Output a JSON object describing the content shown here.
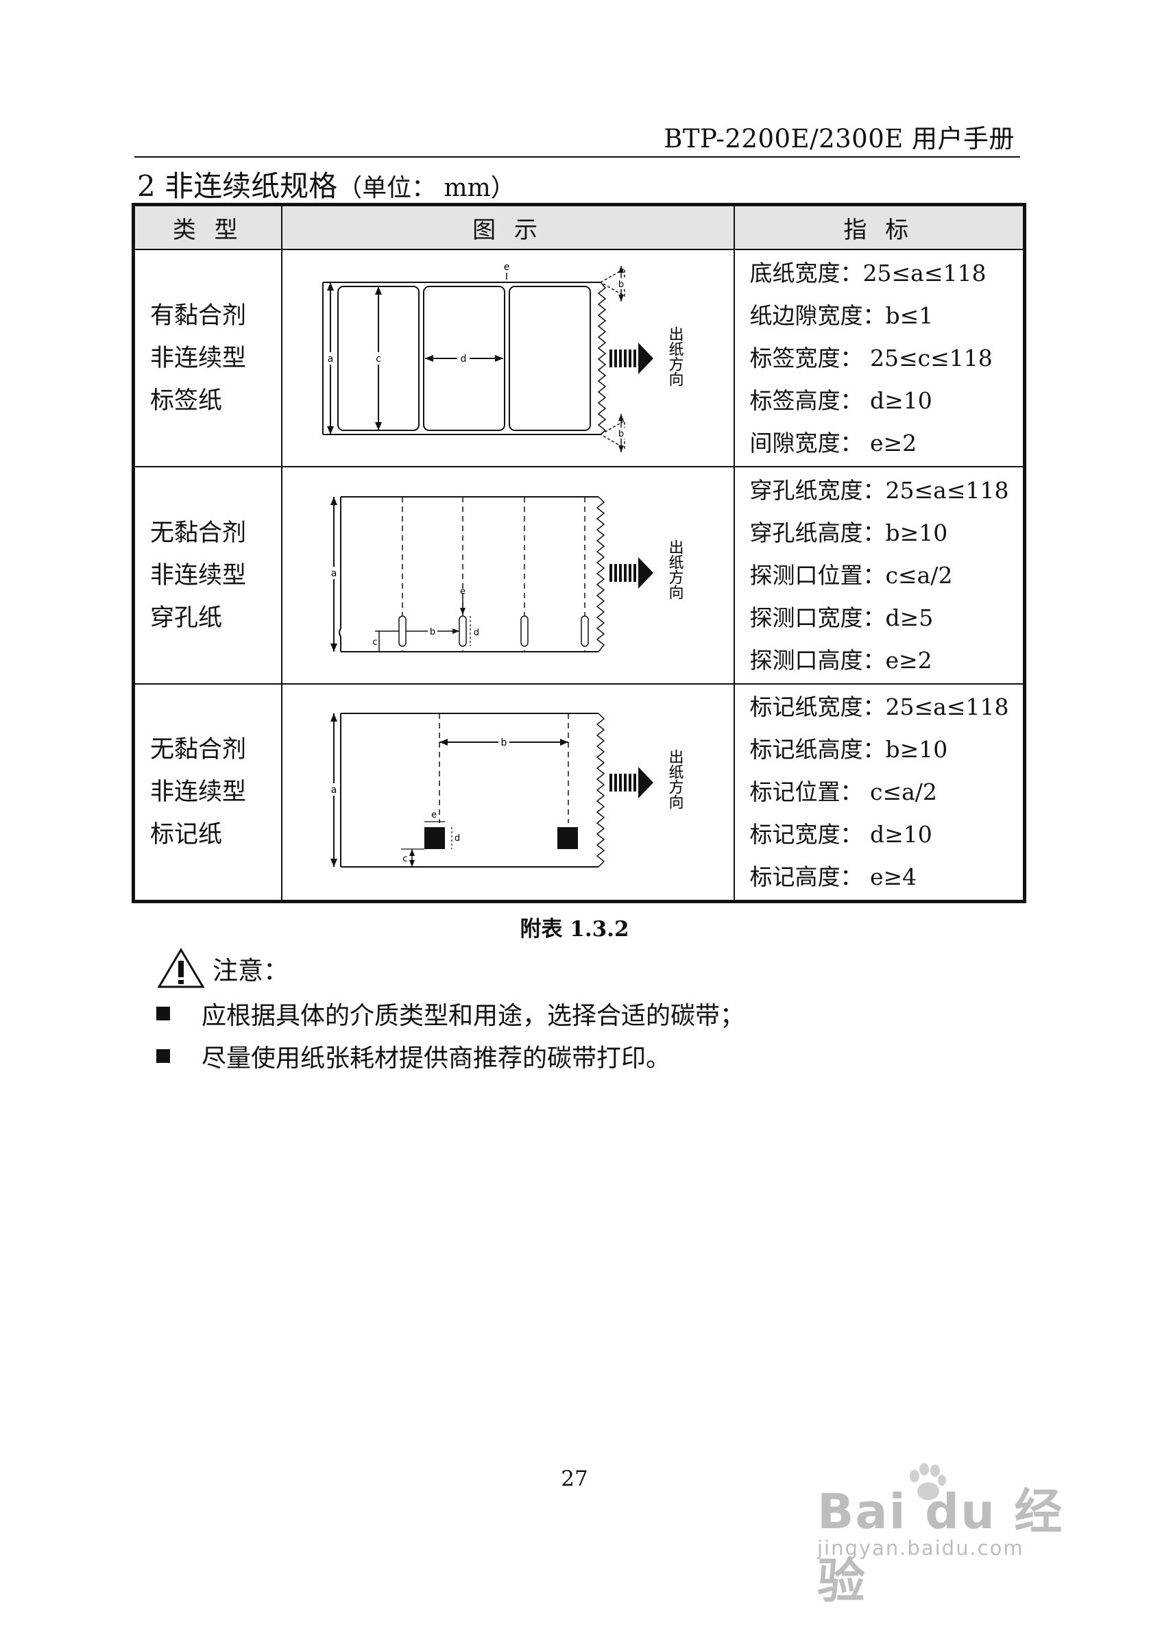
{
  "header": {
    "title": "BTP-2200E/2300E 用户手册"
  },
  "section": {
    "title": "2 非连续纸规格",
    "unit": "（单位： mm）"
  },
  "table": {
    "columns": [
      "类 型",
      "图 示",
      "指 标"
    ],
    "rows": [
      {
        "type_lines": [
          "有黏合剂",
          "非连续型",
          "标签纸"
        ],
        "specs": [
          "底纸宽度：25≤a≤118",
          "纸边隙宽度：b≤1",
          "标签宽度：  25≤c≤118",
          "标签高度：  d≥10",
          "间隙宽度：  e≥2"
        ],
        "figure": {
          "labels": [
            "a",
            "b",
            "c",
            "d",
            "e"
          ],
          "direction_label": "出纸方向"
        }
      },
      {
        "type_lines": [
          "无黏合剂",
          "非连续型",
          "穿孔纸"
        ],
        "specs": [
          "穿孔纸宽度：25≤a≤118",
          "穿孔纸高度：b≥10",
          "探测口位置：c≤a/2",
          "探测口宽度：d≥5",
          "探测口高度：e≥2"
        ],
        "figure": {
          "labels": [
            "a",
            "b",
            "c",
            "d",
            "e"
          ],
          "direction_label": "出纸方向"
        }
      },
      {
        "type_lines": [
          "无黏合剂",
          "非连续型",
          "标记纸"
        ],
        "specs": [
          "标记纸宽度：25≤a≤118",
          "标记纸高度：b≥10",
          "标记位置：  c≤a/2",
          "标记宽度：  d≥10",
          "标记高度：  e≥4"
        ],
        "figure": {
          "labels": [
            "a",
            "b",
            "c",
            "d",
            "e"
          ],
          "direction_label": "出纸方向"
        }
      }
    ]
  },
  "caption": "附表 1.3.2",
  "warning": {
    "label": "注意：",
    "icon": "warning-triangle-icon"
  },
  "bullets": [
    "应根据具体的介质类型和用途，选择合适的碳带；",
    "尽量使用纸张耗材提供商推荐的碳带打印。"
  ],
  "page_number": "27",
  "watermark": {
    "logo_text": "Bai du 经验",
    "url": "jingyan.baidu.com"
  }
}
